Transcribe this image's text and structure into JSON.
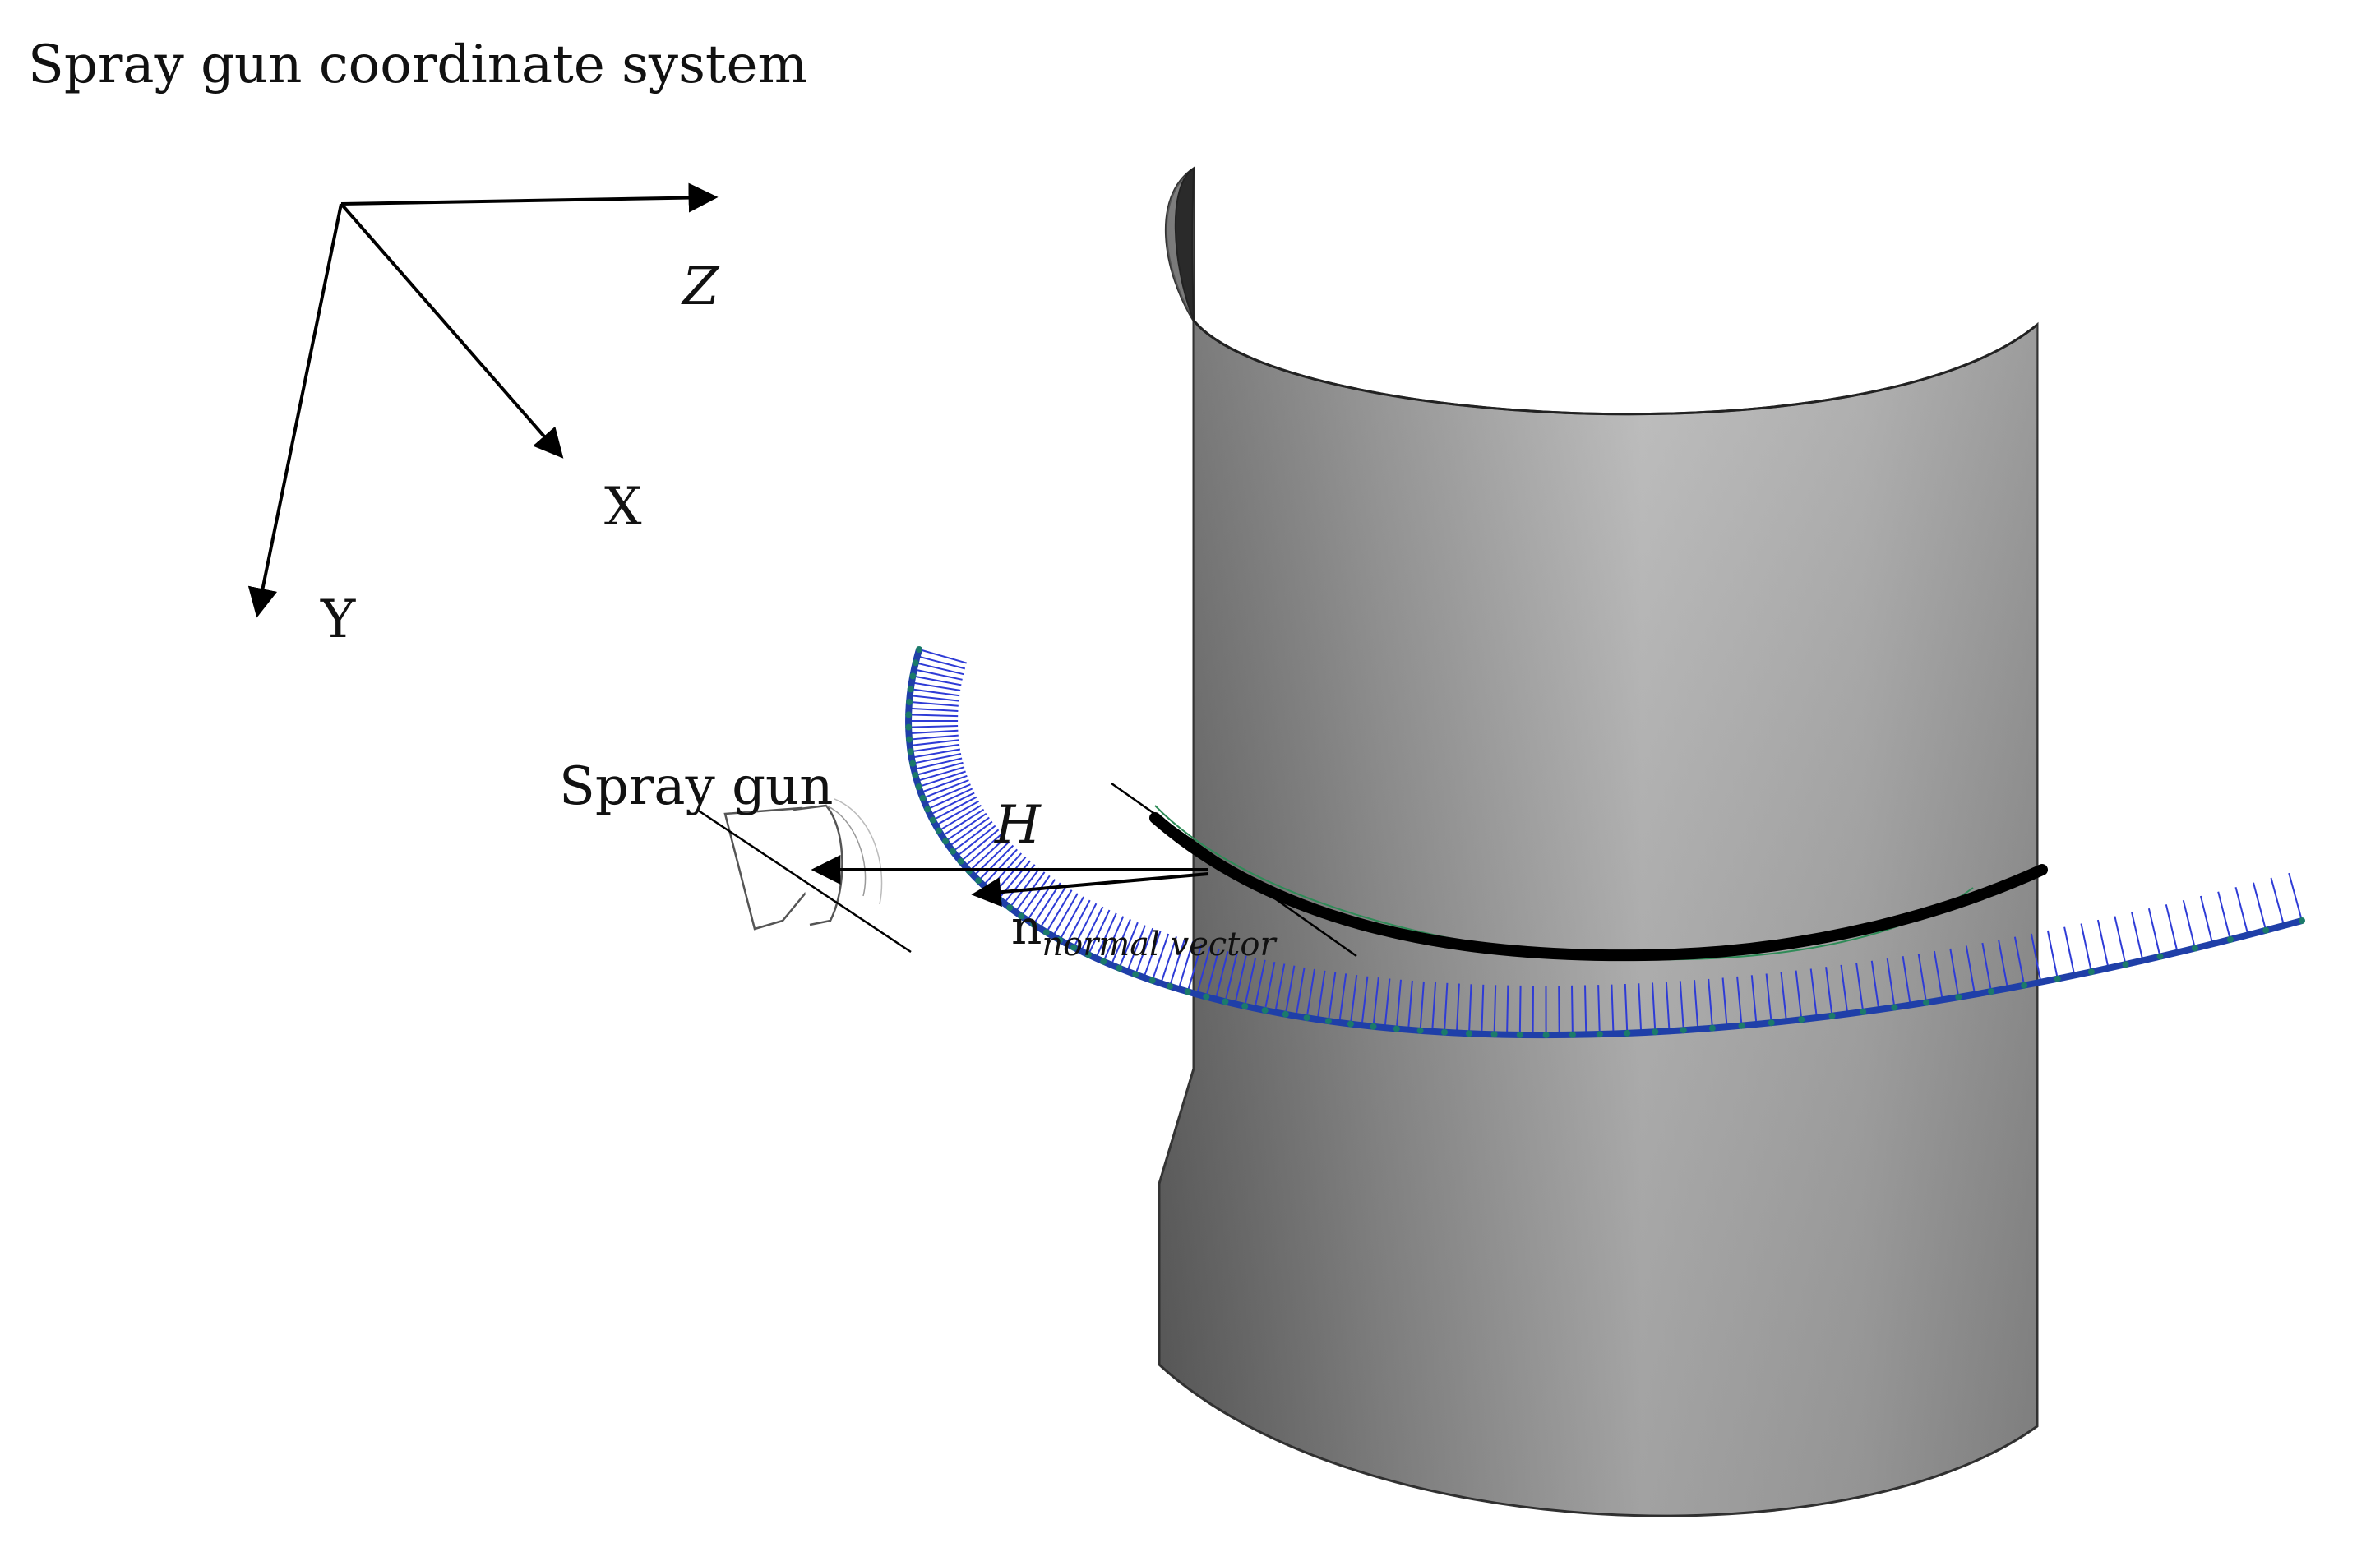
{
  "title": "Spray gun coordinate system",
  "axes": {
    "z_label": "Z",
    "x_label": "X",
    "y_label": "Y"
  },
  "labels": {
    "spray_gun": "Spray gun",
    "distance": "H",
    "normal_main": "n",
    "normal_sub": "normal vector"
  },
  "colors": {
    "surface_light": "#bdbdbd",
    "surface_dark": "#6a6a6a",
    "path": "#000000",
    "trajectory": "#1f3fa8",
    "normals": "#2e3bd6",
    "guide": "#2e8b57"
  }
}
